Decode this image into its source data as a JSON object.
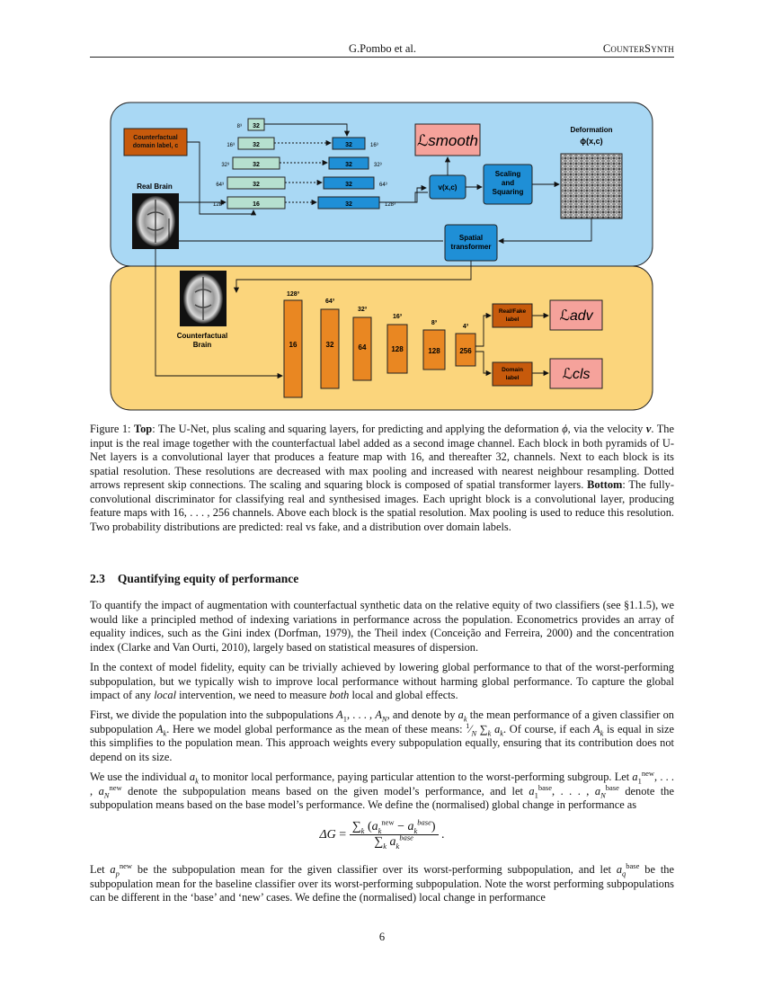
{
  "header": {
    "authors": "G.Pombo et al.",
    "short_title": "CounterSynth"
  },
  "figure": {
    "top_panel": {
      "counterfactual_label_box": "Counterfactual domain label, c",
      "real_brain_label": "Real Brain",
      "encoder_blocks": [
        {
          "resolution": "8³",
          "channels": "32"
        },
        {
          "resolution": "16³",
          "channels": "32"
        },
        {
          "resolution": "32³",
          "channels": "32"
        },
        {
          "resolution": "64³",
          "channels": "32"
        },
        {
          "resolution": "128³",
          "channels": "16"
        }
      ],
      "decoder_blocks": [
        {
          "resolution": "16³",
          "channels": "32"
        },
        {
          "resolution": "32³",
          "channels": "32"
        },
        {
          "resolution": "64³",
          "channels": "32"
        },
        {
          "resolution": "128³",
          "channels": "32"
        }
      ],
      "l_smooth": "ℒsmooth",
      "velocity_box": "v(x,c)",
      "scaling_box": "Scaling and Squaring",
      "deformation_label": "Deformation",
      "deformation_symbol": "ϕ(x,c)",
      "spatial_transformer": "Spatial transformer"
    },
    "bottom_panel": {
      "counterfactual_brain_label": "Counterfactual Brain",
      "disc_blocks": [
        {
          "resolution": "128³",
          "channels": "16"
        },
        {
          "resolution": "64³",
          "channels": "32"
        },
        {
          "resolution": "32³",
          "channels": "64"
        },
        {
          "resolution": "16³",
          "channels": "128"
        },
        {
          "resolution": "8³",
          "channels": "128"
        },
        {
          "resolution": "4³",
          "channels": "256"
        }
      ],
      "real_fake_box": "Real/Fake label",
      "domain_box": "Domain label",
      "l_adv": "ℒadv",
      "l_cls": "ℒcls"
    },
    "colors": {
      "top_bg": "#a9d8f4",
      "bottom_bg": "#fbd57c",
      "teal_block": "#b6e0cf",
      "blue_block": "#1f8fd6",
      "orange_block": "#e98722",
      "loss_box": "#f5a29b",
      "label_box": "#c75a0c"
    }
  },
  "caption": {
    "label": "Figure 1:",
    "top_word": "Top",
    "text_a": ": The U-Net, plus scaling and squaring layers, for predicting and applying the deformation ",
    "phi": "ϕ",
    "text_b": ", via the velocity ",
    "v": "v",
    "text_c": ". The input is the real image together with the counterfactual label added as a second image channel. Each block in both pyramids of U-Net layers is a convolutional layer that produces a feature map with 16, and thereafter 32, channels. Next to each block is its spatial resolution. These resolutions are decreased with max pooling and increased with nearest neighbour resampling. Dotted arrows represent skip connections. The scaling and squaring block is composed of spatial transformer layers. ",
    "bottom_word": "Bottom",
    "text_d": ": The fully-convolutional discriminator for classifying real and synthesised images. Each upright block is a convolutional layer, producing feature maps with 16, . . . , 256 channels. Above each block is the spatial resolution. Max pooling is used to reduce this resolution. Two probability distributions are predicted: real vs fake, and a distribution over domain labels."
  },
  "section": {
    "number": "2.3",
    "title": "Quantifying equity of performance"
  },
  "paragraphs": {
    "p1": "To quantify the impact of augmentation with counterfactual synthetic data on the relative equity of two classifiers (see §1.1.5), we would like a principled method of indexing variations in performance across the population. Econometrics provides an array of equality indices, such as the Gini index (Dorfman, 1979), the Theil index (Conceição and Ferreira, 2000) and the concentration index (Clarke and Van Ourti, 2010), largely based on statistical measures of dispersion.",
    "p2a": "In the context of model fidelity, equity can be trivially achieved by lowering global performance to that of the worst-performing subpopulation, but we typically wish to improve local performance without harming global performance. To capture the global impact of any ",
    "p2_local": "local",
    "p2b": " intervention, we need to measure ",
    "p2_both": "both",
    "p2c": " local and global effects.",
    "p3a": "First, we divide the population into the subpopulations ",
    "p3b": ", and denote by ",
    "p3c": " the mean performance of a given classifier on subpopulation ",
    "p3d": ". Here we model global performance as the mean of these means: ",
    "p3e": ". Of course, if each ",
    "p3f": " is equal in size this simplifies to the population mean. This approach weights every subpopulation equally, ensuring that its contribution does not depend on its size.",
    "p4a": "We use the individual ",
    "p4b": " to monitor local performance, paying particular attention to the worst-performing subgroup. Let ",
    "p4c": " denote the subpopulation means based on the given model’s performance, and let ",
    "p4d": " denote the subpopulation means based on the base model’s performance. We define the (normalised) global change in performance as",
    "p5a": "Let ",
    "p5b": " be the subpopulation mean for the given classifier over its worst-performing subpopulation, and let ",
    "p5c": " be the subpopulation mean for the baseline classifier over its worst-performing subpopulation. Note the worst performing subpopulations can be different in the ‘base’ and ‘new’ cases. We define the (normalised) local change in performance"
  },
  "page_number": "6"
}
